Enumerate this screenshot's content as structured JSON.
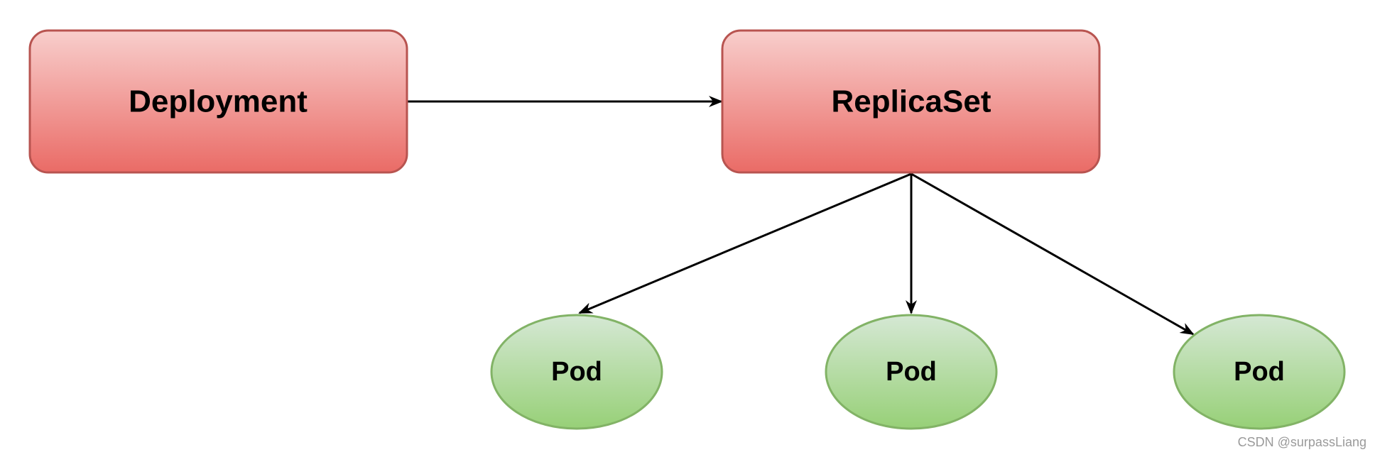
{
  "nodes": {
    "deployment": {
      "label": "Deployment"
    },
    "replicaset": {
      "label": "ReplicaSet"
    },
    "pods": [
      {
        "label": "Pod"
      },
      {
        "label": "Pod"
      },
      {
        "label": "Pod"
      }
    ]
  },
  "edges": [
    {
      "from": "Deployment",
      "to": "ReplicaSet"
    },
    {
      "from": "ReplicaSet",
      "to": "Pod 1"
    },
    {
      "from": "ReplicaSet",
      "to": "Pod 2"
    },
    {
      "from": "ReplicaSet",
      "to": "Pod 3"
    }
  ],
  "watermark": "CSDN @surpassLiang",
  "colors": {
    "box_fill_top": "#f8cecc",
    "box_fill_bottom": "#ea6b66",
    "box_stroke": "#b85450",
    "pod_fill_top": "#d5e8d4",
    "pod_fill_bottom": "#97d077",
    "pod_stroke": "#82b366",
    "arrow": "#000000"
  }
}
